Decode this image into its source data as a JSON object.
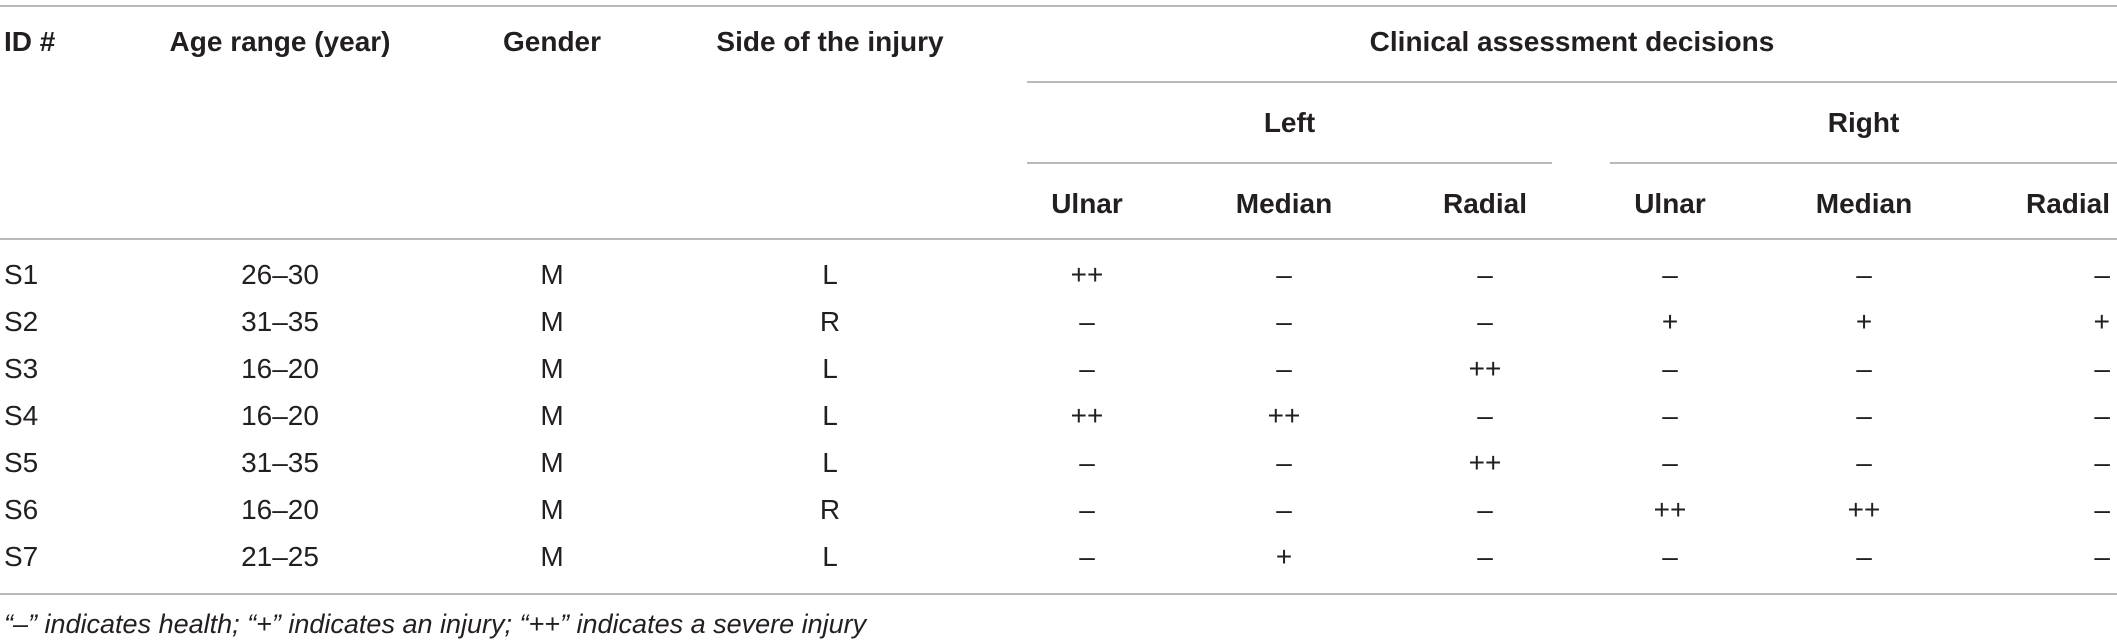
{
  "table": {
    "headers": {
      "id": "ID #",
      "age": "Age range (year)",
      "gender": "Gender",
      "side": "Side of the injury",
      "clinical": "Clinical assessment decisions",
      "left": "Left",
      "right": "Right",
      "left_ulnar": "Ulnar",
      "left_median": "Median",
      "left_radial": "Radial",
      "right_ulnar": "Ulnar",
      "right_median": "Median",
      "right_radial": "Radial"
    },
    "rows": [
      {
        "id": "S1",
        "age": "26–30",
        "gender": "M",
        "side": "L",
        "lu": "++",
        "lm": "–",
        "lr": "–",
        "ru": "–",
        "rm": "–",
        "rr": "–"
      },
      {
        "id": "S2",
        "age": "31–35",
        "gender": "M",
        "side": "R",
        "lu": "–",
        "lm": "–",
        "lr": "–",
        "ru": "+",
        "rm": "+",
        "rr": "+"
      },
      {
        "id": "S3",
        "age": "16–20",
        "gender": "M",
        "side": "L",
        "lu": "–",
        "lm": "–",
        "lr": "++",
        "ru": "–",
        "rm": "–",
        "rr": "–"
      },
      {
        "id": "S4",
        "age": "16–20",
        "gender": "M",
        "side": "L",
        "lu": "++",
        "lm": "++",
        "lr": "–",
        "ru": "–",
        "rm": "–",
        "rr": "–"
      },
      {
        "id": "S5",
        "age": "31–35",
        "gender": "M",
        "side": "L",
        "lu": "–",
        "lm": "–",
        "lr": "++",
        "ru": "–",
        "rm": "–",
        "rr": "–"
      },
      {
        "id": "S6",
        "age": "16–20",
        "gender": "M",
        "side": "R",
        "lu": "–",
        "lm": "–",
        "lr": "–",
        "ru": "++",
        "rm": "++",
        "rr": "–"
      },
      {
        "id": "S7",
        "age": "21–25",
        "gender": "M",
        "side": "L",
        "lu": "–",
        "lm": "+",
        "lr": "–",
        "ru": "–",
        "rm": "–",
        "rr": "–"
      }
    ],
    "footnote": "“–” indicates health; “+” indicates an injury; “++” indicates a severe injury"
  }
}
